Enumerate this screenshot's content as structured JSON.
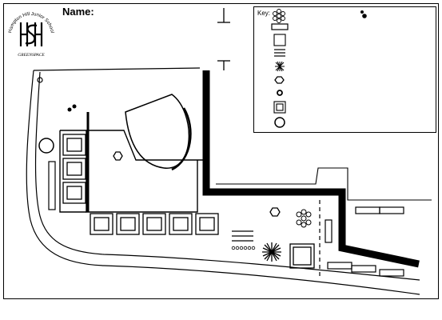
{
  "worksheet": {
    "name_label": "Name:"
  },
  "logo": {
    "school_name": "Hampton Hill Junior School",
    "monogram": "HHJS",
    "tagline": "GREENSPACE"
  },
  "key": {
    "title": "Key:",
    "symbols": [
      "flower-cluster-icon",
      "bench-icon",
      "planter-square-icon",
      "seating-stripes-icon",
      "spiky-plant-icon",
      "hexagon-icon",
      "small-circle-icon",
      "double-square-icon",
      "circle-icon"
    ]
  },
  "colors": {
    "ink": "#000000",
    "paper": "#ffffff",
    "map_background": "#ffffff"
  }
}
